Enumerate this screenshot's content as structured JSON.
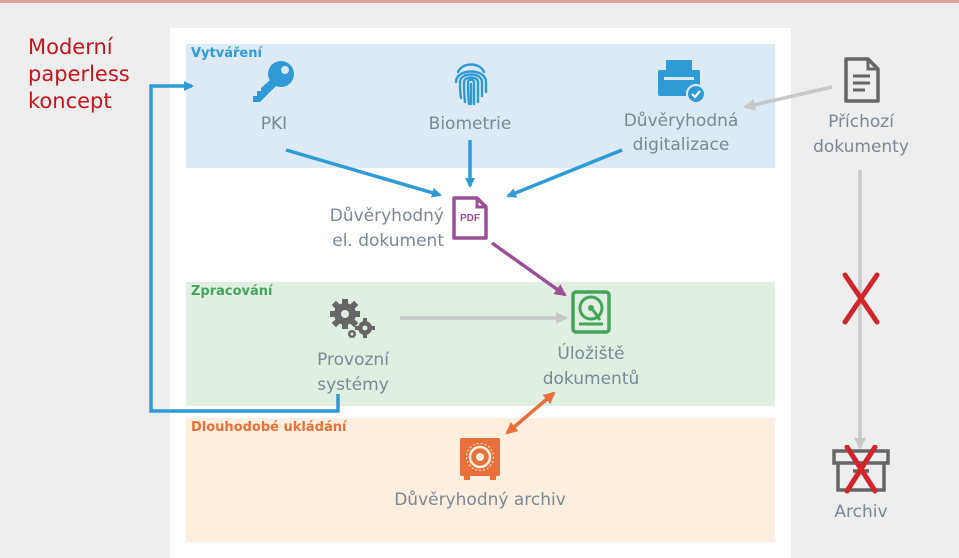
{
  "slide": {
    "title": "Moderní paperless koncept"
  },
  "bands": {
    "create": "Vytváření",
    "process": "Zpracování",
    "archive": "Dlouhodobé ukládání"
  },
  "nodes": {
    "pki": "PKI",
    "biometrics": "Biometrie",
    "digitization_line1": "Důvěryhodná",
    "digitization_line2": "digitalizace",
    "incoming_line1": "Příchozí",
    "incoming_line2": "dokumenty",
    "trusted_doc_line1": "Důvěryhodný",
    "trusted_doc_line2": "el. dokument",
    "pdf_badge": "PDF",
    "operating_line1": "Provozní",
    "operating_line2": "systémy",
    "storage_line1": "Úložiště",
    "storage_line2": "dokumentů",
    "trusted_archive": "Důvěryhodný archiv",
    "archive": "Archiv"
  },
  "colors": {
    "blue": "#2e9bd6",
    "green": "#44a558",
    "orange": "#e8703a",
    "purple": "#9b4f96",
    "gray": "#c8c8c8",
    "red": "#c4151c",
    "icon_blue": "#2e9bd6",
    "icon_gray": "#666666"
  }
}
